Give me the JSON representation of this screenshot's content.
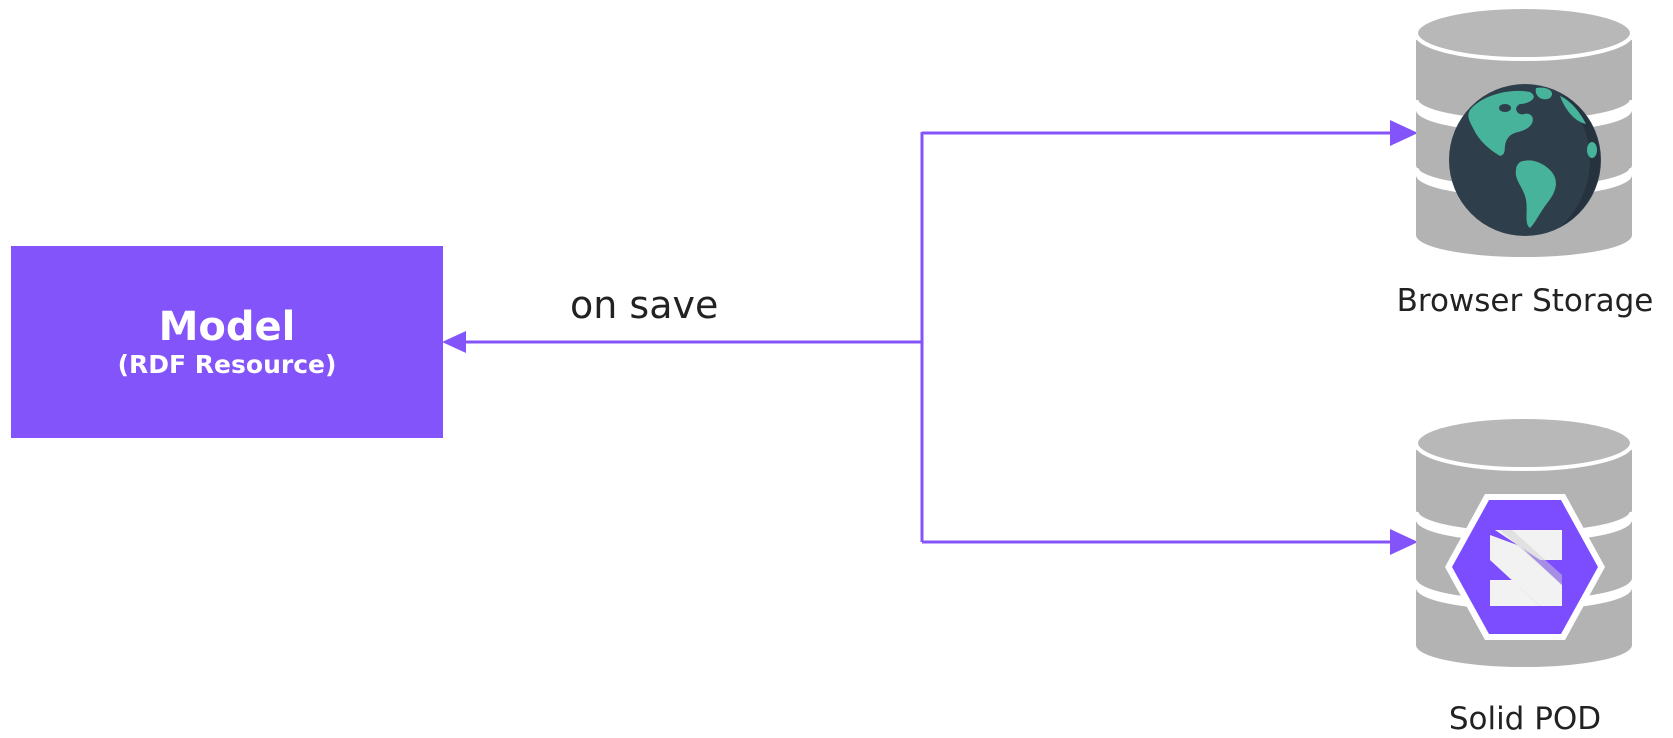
{
  "colors": {
    "accent": "#8454fb",
    "db_gray": "#b3b3b3",
    "db_top": "#b8b8b8",
    "globe_dark": "#2e3e4b",
    "globe_land": "#48b39b",
    "solid_purple": "#7c4dff",
    "solid_white": "#f2f2f2"
  },
  "model": {
    "title": "Model",
    "subtitle": "(RDF Resource)"
  },
  "edge": {
    "label": "on save"
  },
  "stores": [
    {
      "name": "Browser Storage",
      "icon": "globe-icon"
    },
    {
      "name": "Solid POD",
      "icon": "solid-logo-icon"
    }
  ]
}
